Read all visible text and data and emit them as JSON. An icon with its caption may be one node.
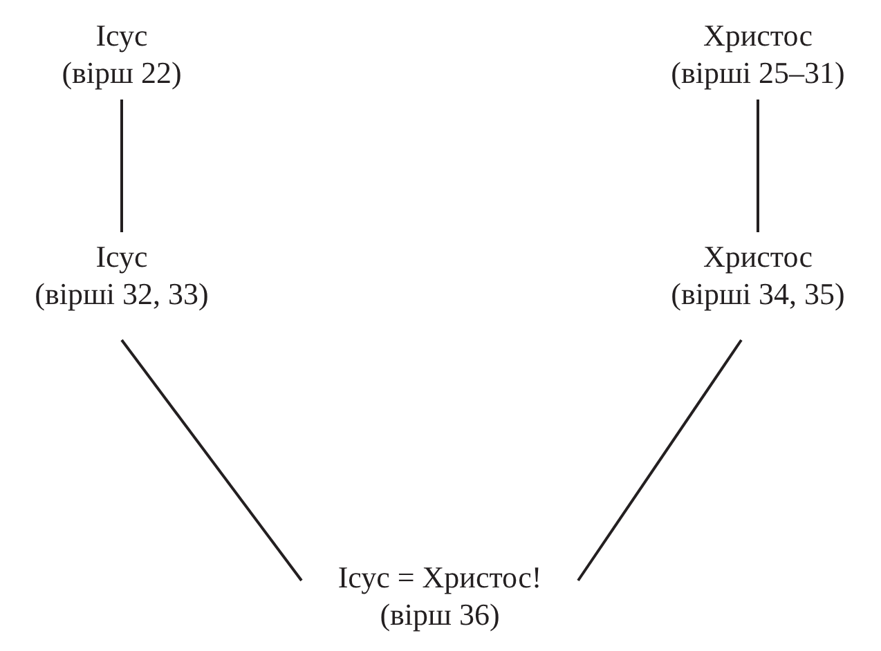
{
  "diagram": {
    "nodes": [
      {
        "text": [
          "Ісус",
          "(вірш 22)"
        ]
      },
      {
        "text": [
          "Христос",
          "(вірші 25–31)"
        ]
      },
      {
        "text": [
          "Ісус",
          "(вірші 32, 33)"
        ]
      },
      {
        "text": [
          "Христос",
          "(вірші 34, 35)"
        ]
      },
      {
        "text": [
          "Ісус = Христос!",
          "(вірш 36)"
        ]
      }
    ],
    "edges": [
      {
        "from": 0,
        "to": 2,
        "arrow": "none"
      },
      {
        "from": 1,
        "to": 3,
        "arrow": "none"
      },
      {
        "from": 2,
        "to": 4,
        "arrow": "none"
      },
      {
        "from": 3,
        "to": 4,
        "arrow": "none"
      }
    ]
  }
}
